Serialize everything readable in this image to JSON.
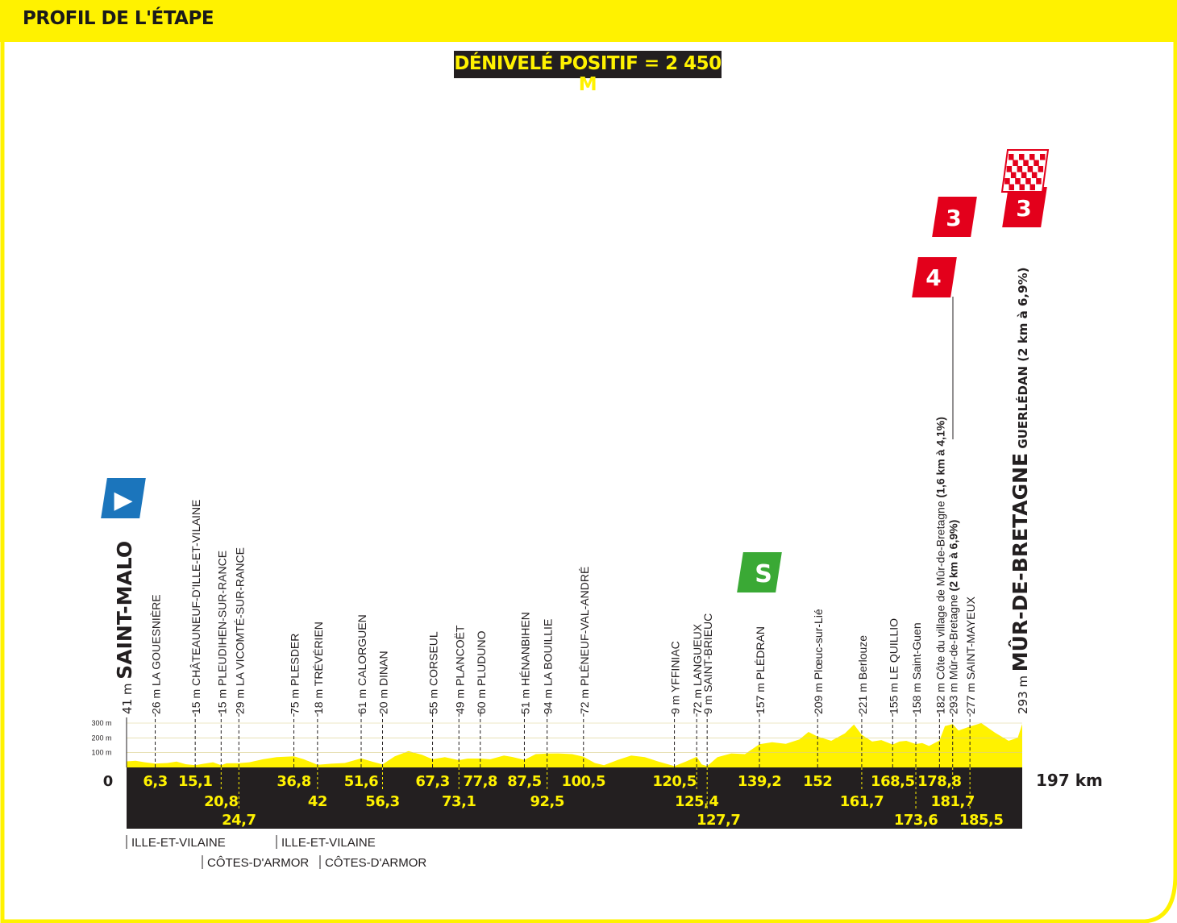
{
  "header": {
    "title": "PROFIL DE L'ÉTAPE"
  },
  "climb_banner": {
    "text": "DÉNIVELÉ POSITIF = 2 450 M"
  },
  "colors": {
    "accent": "#fff200",
    "dark": "#231f20",
    "profile_fill": "#fff200",
    "kom_red": "#e3001b",
    "sprint_green": "#3aa935",
    "start_blue": "#1b75bc"
  },
  "chart_data": {
    "type": "area",
    "title": "PROFIL DE L'ÉTAPE",
    "subtitle": "DÉNIVELÉ POSITIF = 2 450 M",
    "xlim": [
      0,
      197
    ],
    "ylim": [
      0,
      300
    ],
    "y_ticks": [
      "300 m",
      "200 m",
      "100 m"
    ],
    "x_start_label": "0",
    "x_end_label": "197 km",
    "series": [
      {
        "values": [
          [
            0,
            41
          ],
          [
            2,
            45
          ],
          [
            4,
            35
          ],
          [
            6.3,
            26
          ],
          [
            9,
            30
          ],
          [
            11,
            40
          ],
          [
            13,
            22
          ],
          [
            15.1,
            15
          ],
          [
            17,
            25
          ],
          [
            19,
            35
          ],
          [
            20.8,
            15
          ],
          [
            22,
            28
          ],
          [
            24.7,
            29
          ],
          [
            27,
            35
          ],
          [
            30,
            55
          ],
          [
            33,
            70
          ],
          [
            36.8,
            75
          ],
          [
            39,
            55
          ],
          [
            42,
            18
          ],
          [
            45,
            25
          ],
          [
            48,
            30
          ],
          [
            51.6,
            61
          ],
          [
            54,
            40
          ],
          [
            56.3,
            20
          ],
          [
            59,
            75
          ],
          [
            62,
            110
          ],
          [
            65,
            85
          ],
          [
            67.3,
            55
          ],
          [
            70,
            70
          ],
          [
            73.1,
            49
          ],
          [
            75,
            60
          ],
          [
            77.8,
            60
          ],
          [
            80,
            55
          ],
          [
            83,
            80
          ],
          [
            85,
            70
          ],
          [
            87.5,
            51
          ],
          [
            90,
            90
          ],
          [
            92.5,
            94
          ],
          [
            95,
            95
          ],
          [
            98,
            90
          ],
          [
            100.5,
            72
          ],
          [
            103,
            30
          ],
          [
            105,
            15
          ],
          [
            108,
            50
          ],
          [
            111,
            80
          ],
          [
            114,
            70
          ],
          [
            117,
            40
          ],
          [
            120.5,
            9
          ],
          [
            123,
            40
          ],
          [
            125.4,
            72
          ],
          [
            126.5,
            20
          ],
          [
            127.7,
            9
          ],
          [
            130,
            70
          ],
          [
            133,
            95
          ],
          [
            136,
            90
          ],
          [
            139.2,
            157
          ],
          [
            142,
            170
          ],
          [
            145,
            160
          ],
          [
            148,
            190
          ],
          [
            150,
            240
          ],
          [
            152,
            209
          ],
          [
            155,
            180
          ],
          [
            158,
            230
          ],
          [
            160,
            290
          ],
          [
            161.7,
            221
          ],
          [
            164,
            175
          ],
          [
            166,
            185
          ],
          [
            168.5,
            155
          ],
          [
            170,
            175
          ],
          [
            171.5,
            180
          ],
          [
            173.6,
            158
          ],
          [
            175,
            165
          ],
          [
            176.5,
            145
          ],
          [
            178.8,
            182
          ],
          [
            180,
            280
          ],
          [
            181.7,
            293
          ],
          [
            183,
            250
          ],
          [
            185.5,
            277
          ],
          [
            188,
            300
          ],
          [
            191,
            235
          ],
          [
            194,
            180
          ],
          [
            196,
            200
          ],
          [
            197,
            293
          ]
        ]
      }
    ],
    "waypoints": [
      {
        "km": "",
        "alt": "41 m",
        "name": "SAINT-MALO",
        "style": "start"
      },
      {
        "km": "6,3",
        "alt": "26 m",
        "name": "LA GOUESNIÈRE"
      },
      {
        "km": "15,1",
        "alt": "15 m",
        "name": "CHÂTEAUNEUF-D'ILLE-ET-VILAINE"
      },
      {
        "km": "20,8",
        "alt": "15 m",
        "name": "PLEUDIHEN-SUR-RANCE"
      },
      {
        "km": "24,7",
        "alt": "29 m",
        "name": "LA VICOMTÉ-SUR-RANCE"
      },
      {
        "km": "36,8",
        "alt": "75 m",
        "name": "PLESDER"
      },
      {
        "km": "42",
        "alt": "18 m",
        "name": "TRÉVÉRIEN"
      },
      {
        "km": "51,6",
        "alt": "61 m",
        "name": "CALORGUEN"
      },
      {
        "km": "56,3",
        "alt": "20 m",
        "name": "DINAN"
      },
      {
        "km": "67,3",
        "alt": "55 m",
        "name": "CORSEUL"
      },
      {
        "km": "73,1",
        "alt": "49 m",
        "name": "PLANCOËT"
      },
      {
        "km": "77,8",
        "alt": "60 m",
        "name": "PLUDUNO"
      },
      {
        "km": "87,5",
        "alt": "51 m",
        "name": "HÉNANBIHEN"
      },
      {
        "km": "92,5",
        "alt": "94 m",
        "name": "LA BOUILLIE"
      },
      {
        "km": "100,5",
        "alt": "72 m",
        "name": "PLÉNEUF-VAL-ANDRÉ"
      },
      {
        "km": "120,5",
        "alt": "9 m",
        "name": "YFFINIAC"
      },
      {
        "km": "125,4",
        "alt": "72 m",
        "name": "LANGUEUX"
      },
      {
        "km": "127,7",
        "alt": "9 m",
        "name": "SAINT-BRIEUC"
      },
      {
        "km": "139,2",
        "alt": "157 m",
        "name": "PLÉDRAN"
      },
      {
        "km": "152",
        "alt": "209 m",
        "name": "Plœuc-sur-Lié"
      },
      {
        "km": "161,7",
        "alt": "221 m",
        "name": "Berlouze"
      },
      {
        "km": "168,5",
        "alt": "155 m",
        "name": "LE QUILLIO"
      },
      {
        "km": "173,6",
        "alt": "158 m",
        "name": "Saint-Guen"
      },
      {
        "km": "178,8",
        "alt": "182 m",
        "name": "Côte du village de Mûr-de-Bretagne",
        "extra": "(1,6 km à 4,1%)"
      },
      {
        "km": "181,7",
        "alt": "293 m",
        "name": "Mûr-de-Bretagne",
        "extra": "(2 km à 6,9%)"
      },
      {
        "km": "185,5",
        "alt": "277 m",
        "name": "SAINT-MAYEUX"
      },
      {
        "km": "197 km",
        "alt": "293 m",
        "name": "MÛR-DE-BRETAGNE",
        "extra": "GUERLÉDAN (2 km à 6,9%)",
        "style": "finish"
      }
    ],
    "markers": [
      {
        "type": "start",
        "label": "▶"
      },
      {
        "type": "sprint",
        "label": "S"
      },
      {
        "type": "kom",
        "label": "4"
      },
      {
        "type": "kom",
        "label": "3"
      },
      {
        "type": "kom",
        "label": "3"
      },
      {
        "type": "finish",
        "label": ""
      }
    ],
    "departments": [
      {
        "label": "ILLE-ET-VILAINE"
      },
      {
        "label": "CÔTES-D'ARMOR"
      },
      {
        "label": "ILLE-ET-VILAINE"
      },
      {
        "label": "CÔTES-D'ARMOR"
      }
    ]
  }
}
